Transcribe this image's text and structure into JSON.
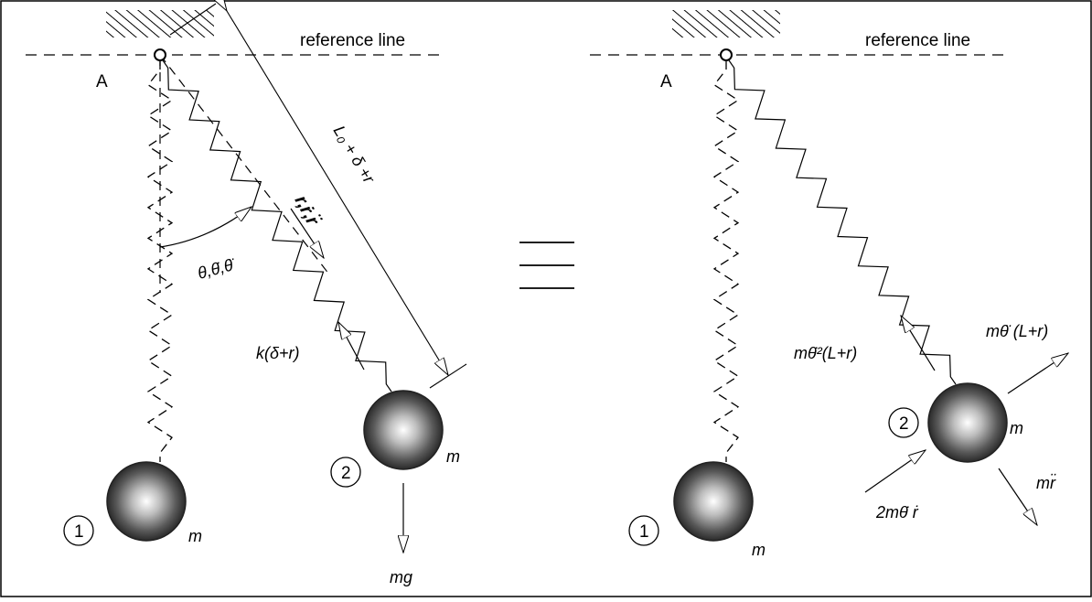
{
  "left": {
    "reference_label": "reference line",
    "pivot_label": "A",
    "mass1_number": "1",
    "mass1_label": "m",
    "mass2_number": "2",
    "mass2_label": "m",
    "angle_label": "θ,θ̇,θ̈",
    "r_label": "r,ṙ,r̈",
    "length_label": "L₀ + δ +r",
    "spring_force_label": "k(δ+r)",
    "weight_label": "mg"
  },
  "equivalence_symbol": "≡",
  "right": {
    "reference_label": "reference line",
    "pivot_label": "A",
    "mass1_number": "1",
    "mass1_label": "m",
    "mass2_number": "2",
    "mass2_label": "m",
    "centripetal_label": "mθ̇²(L+r)",
    "tangential_label": "mθ̈ (L+r)",
    "coriolis_label": "2mθ̇ ṙ",
    "radial_label": "mr̈"
  }
}
